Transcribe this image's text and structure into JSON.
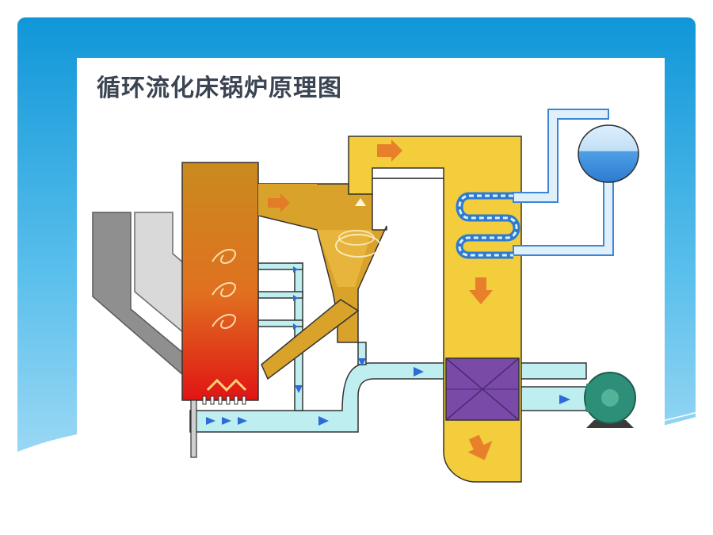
{
  "slide": {
    "title": "循环流化床锅炉原理图"
  },
  "diagram": {
    "components": [
      "coal-hopper",
      "furnace",
      "cyclone-separator",
      "loop-seal-return-leg",
      "back-pass-convection",
      "superheater-coil",
      "steam-drum",
      "air-preheater",
      "primary-air-fan",
      "chimney-outlet",
      "ash-drain-pipe"
    ],
    "colors": {
      "gas_duct": "#e8b84a",
      "furnace_top": "#c98b1e",
      "furnace_bottom": "#e01818",
      "air_duct": "#bfeef0",
      "water_steam": "#3b86d6",
      "preheater": "#7a4aa8",
      "fan": "#2e8f78",
      "hopper": "#909090"
    }
  }
}
